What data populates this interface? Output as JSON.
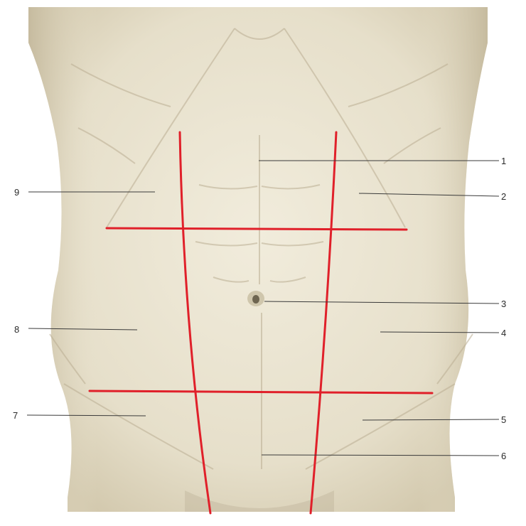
{
  "figure": {
    "colors": {
      "background": "#ffffff",
      "skin": "#e8e1cd",
      "skin_shadow": "#c9bfa4",
      "region_lines": "#e0202a",
      "labels": "#2a2a2a"
    },
    "labels": {
      "n1": "1",
      "n2": "2",
      "n3": "3",
      "n4": "4",
      "n5": "5",
      "n6": "6",
      "n7": "7",
      "n8": "8",
      "n9": "9"
    }
  }
}
